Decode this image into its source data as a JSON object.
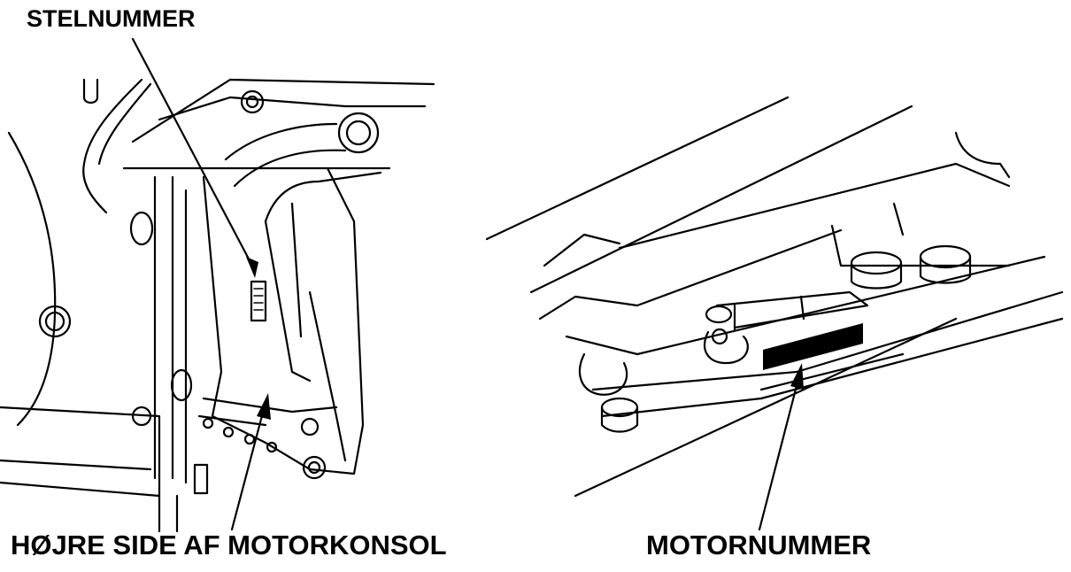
{
  "labels": {
    "frame_number": "STELNUMMER",
    "engine_bracket_right": "HØJRE SIDE AF MOTORKONSOL",
    "engine_number": "MOTORNUMMER"
  },
  "colors": {
    "ink": "#000000",
    "paper": "#ffffff"
  }
}
